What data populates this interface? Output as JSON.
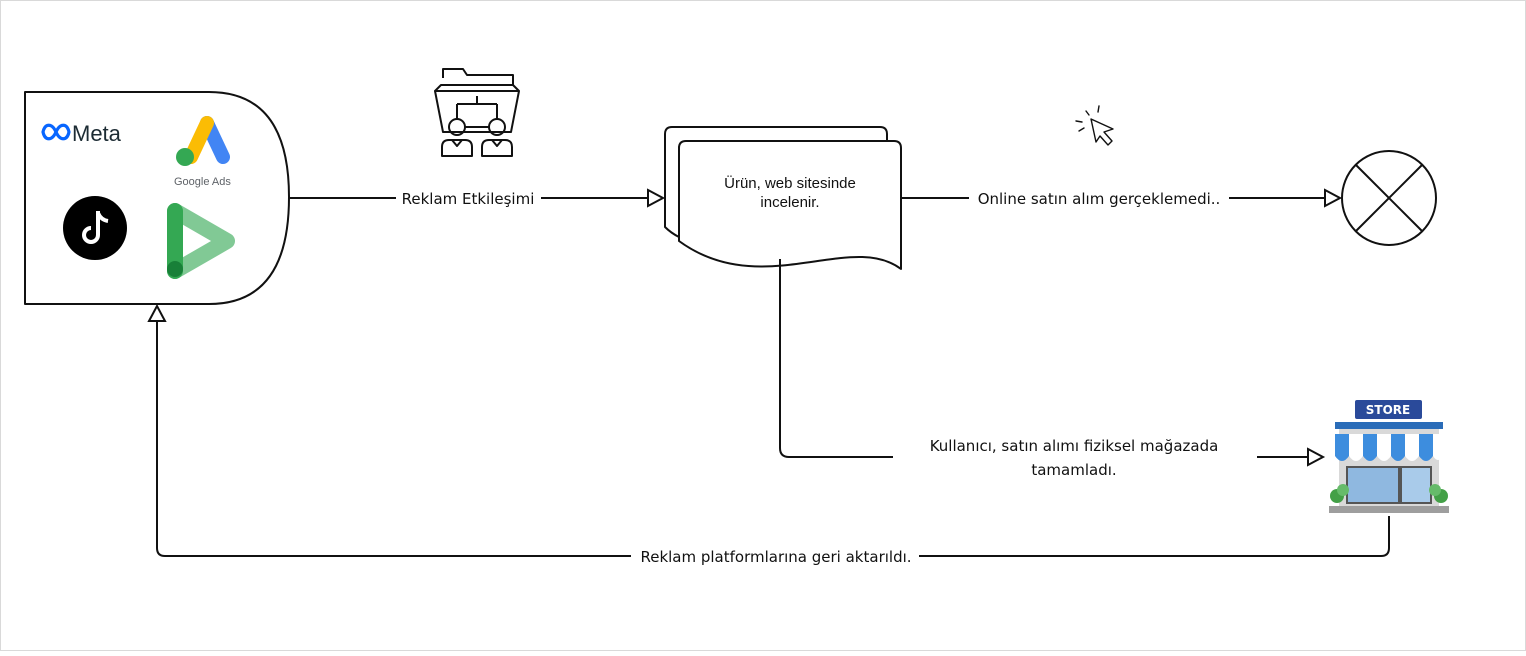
{
  "platforms": {
    "meta_label": "Meta",
    "google_ads_label": "Google Ads"
  },
  "edges": {
    "ad_interaction": "Reklam Etkileşimi",
    "no_online_purchase": "Online satın alım gerçeklemedi..",
    "store_purchase_line1": "Kullanıcı, satın alımı fiziksel mağazada",
    "store_purchase_line2": "tamamladı.",
    "fed_back": "Reklam platformlarına geri aktarıldı."
  },
  "document": {
    "line1": "Ürün, web sitesinde",
    "line2": "incelenir."
  },
  "store": {
    "sign": "STORE"
  },
  "colors": {
    "stroke": "#111111",
    "meta_blue": "#0866FF",
    "google_blue": "#4285F4",
    "google_yellow": "#FBBC04",
    "google_green": "#34A853",
    "store_sign": "#2A4A9A",
    "store_awning_blue": "#3D8DDE"
  },
  "icons": [
    "meta-logo-icon",
    "google-ads-logo-icon",
    "tiktok-logo-icon",
    "dv360-logo-icon",
    "audience-folder-icon",
    "click-cursor-icon",
    "cross-circle-icon",
    "store-icon"
  ]
}
